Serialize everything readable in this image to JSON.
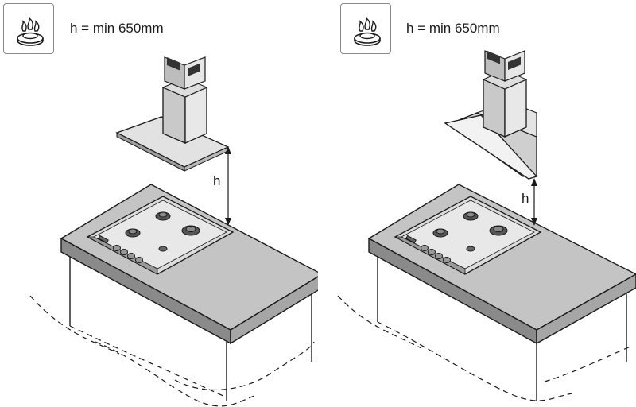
{
  "panels": [
    {
      "id": "chimney-hood",
      "icon": "gas-burner-icon",
      "caption": "h = min 650mm",
      "height_marker": "h"
    },
    {
      "id": "angled-hood",
      "icon": "gas-burner-icon",
      "caption": "h = min 650mm",
      "height_marker": "h"
    }
  ],
  "colors": {
    "outline": "#1a1a1a",
    "steel_light": "#e6e6e6",
    "steel_mid": "#bdbdbd",
    "steel_dark": "#8f8f8f",
    "counter_top": "#b5b5b5",
    "counter_edge": "#7d7d7d"
  }
}
